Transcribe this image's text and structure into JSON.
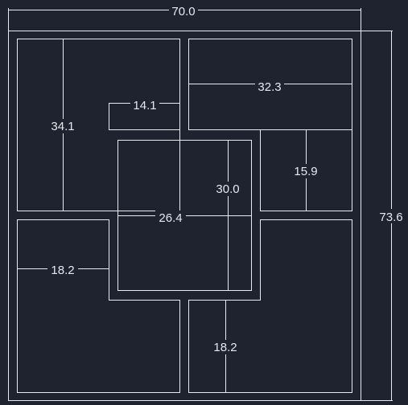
{
  "drawing": {
    "background": "#1f2330",
    "line_color": "#e8eaf0",
    "text_color": "#e6e8ee"
  },
  "dimensions": {
    "overall_width": "70.0",
    "overall_height": "73.6",
    "room_top_left_height": "34.1",
    "notch_width": "14.1",
    "room_top_right_width": "32.3",
    "small_room_height": "15.9",
    "center_room_height": "30.0",
    "center_room_width": "26.4",
    "room_bottom_left_width": "18.2",
    "room_bottom_right_height": "18.2"
  }
}
